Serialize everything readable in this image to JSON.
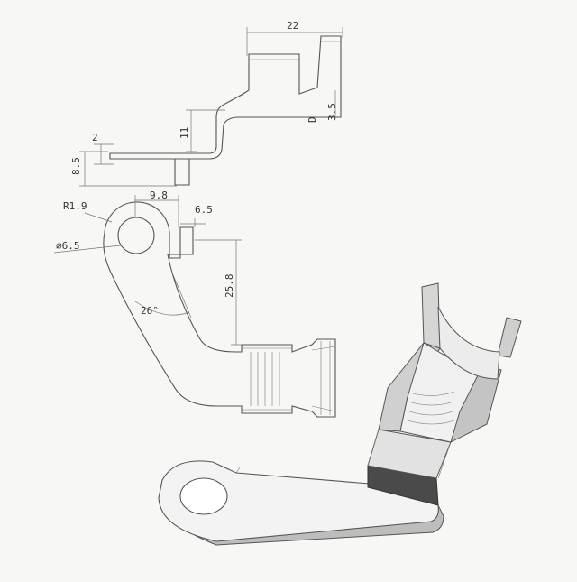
{
  "dimensions": {
    "width_22": "22",
    "thick_2": "2",
    "height_11": "11",
    "height_85": "8.5",
    "d_label": "D",
    "dim_35": "3.5",
    "radius": "R1.9",
    "width_98": "9.8",
    "width_65": "6.5",
    "hole_dia": "⌀6.5",
    "length_258": "25.8",
    "angle": "26°"
  },
  "colors": {
    "background": "#f7f7f5",
    "line": "#555555",
    "part_light": "#f2f2f2",
    "part_mid": "#d8d8d8",
    "part_dark": "#4a4a4a"
  }
}
